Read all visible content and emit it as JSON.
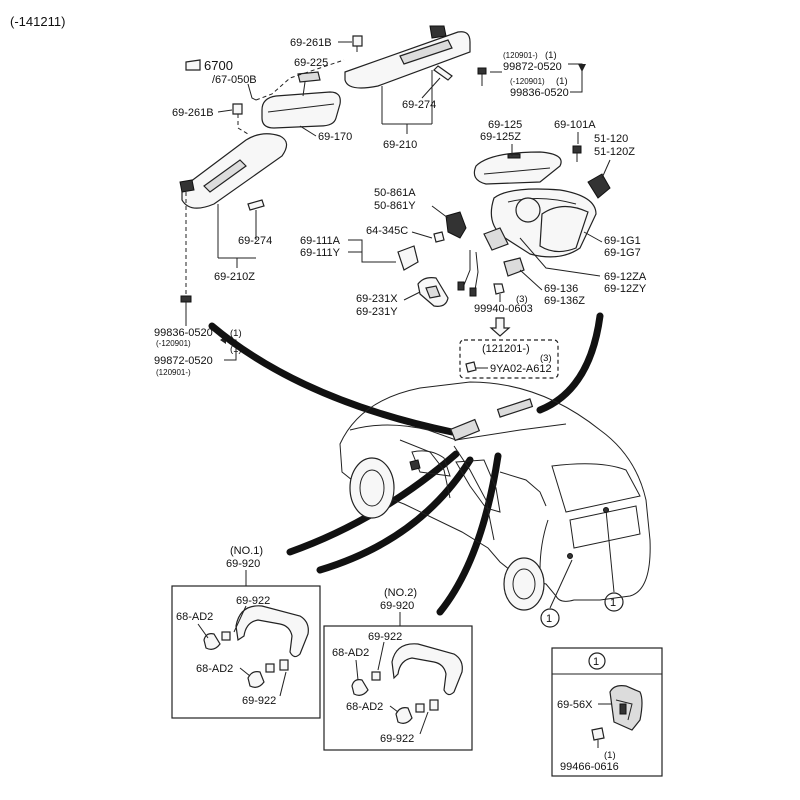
{
  "header": {
    "serial_range": "(-141211)"
  },
  "top_labels": {
    "screw_261b_upper": "69-261B",
    "cover_225": "69-225",
    "mirror_icon": "6700",
    "mirror_ref": "/67-050B",
    "screw_261b_lower": "69-261B",
    "inner_mirror": "69-170",
    "holder_274_upper": "69-274",
    "visor_210": "69-210",
    "holder_274_lower": "69-274",
    "visor_210z": "69-210Z"
  },
  "screw_notes_upper": {
    "cond1": "(120901-)",
    "qty1": "(1)",
    "part1": "99872-0520",
    "cond2": "(-120901)",
    "qty2": "(1)",
    "part2": "99836-0520"
  },
  "screw_notes_lower": {
    "part1": "99836-0520",
    "qty1": "(1)",
    "cond1": "(-120901)",
    "part2": "99872-0520",
    "qty2": "(1)",
    "cond2": "(120901-)"
  },
  "mirror_labels": {
    "cover_a": "69-125",
    "cover_b": "69-125Z",
    "screw": "69-101A",
    "lamp_a": "51-120",
    "lamp_b": "51-120Z",
    "garnish_a": "50-861A",
    "garnish_b": "50-861Y",
    "clip": "64-345C",
    "seal_a": "69-111A",
    "seal_b": "69-111Y",
    "glass_a": "69-1G1",
    "glass_b": "69-1G7",
    "housing_a": "69-12ZA",
    "housing_b": "69-12ZY",
    "motor_a": "69-136",
    "motor_b": "69-136Z",
    "switch_a": "69-231X",
    "switch_b": "69-231Y",
    "nut": "99940-0603",
    "nut_qty": "(3)",
    "change_date": "(121201-)",
    "change_qty": "(3)",
    "change_part": "9YA02-A612"
  },
  "grip1": {
    "number": "(NO.1)",
    "assembly": "69-920",
    "cap_upper": "69-922",
    "clip_upper": "68-AD2",
    "clip_lower": "68-AD2",
    "cap_lower": "69-922"
  },
  "grip2": {
    "number": "(NO.2)",
    "assembly": "69-920",
    "cap_upper": "69-922",
    "clip_upper": "68-AD2",
    "clip_lower": "68-AD2",
    "cap_lower": "69-922"
  },
  "callouts": {
    "ref_a": "1",
    "ref_b": "1"
  },
  "detail1": {
    "ref": "1",
    "part": "69-56X",
    "screw_qty": "(1)",
    "screw_part": "99466-0616"
  }
}
